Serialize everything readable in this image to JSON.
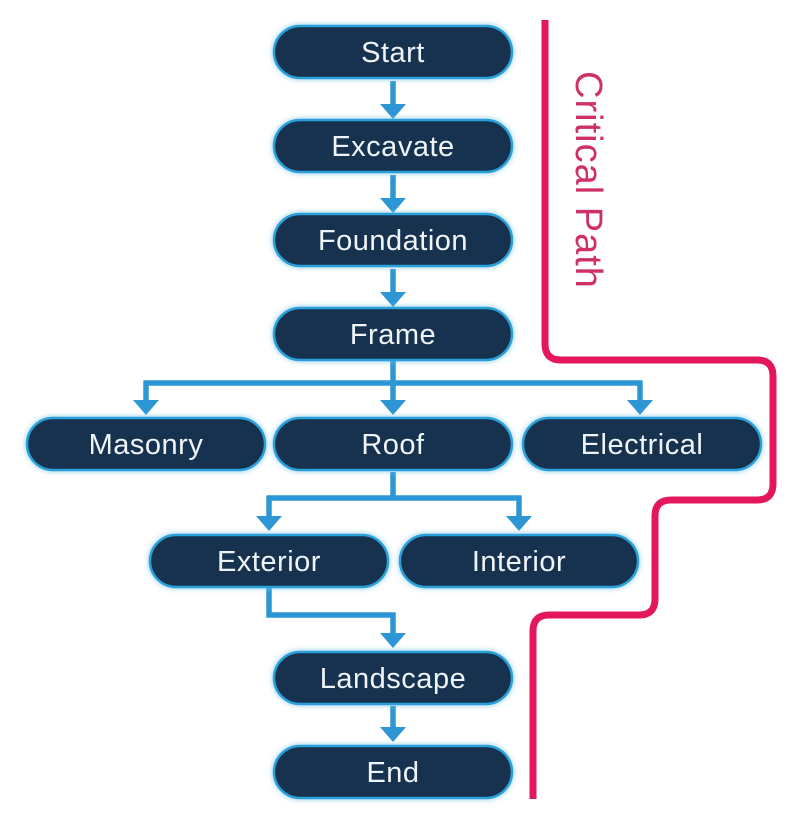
{
  "diagram": {
    "type": "flowchart",
    "critical_path_label": "Critical Path",
    "nodes": [
      {
        "id": "start",
        "label": "Start"
      },
      {
        "id": "excavate",
        "label": "Excavate"
      },
      {
        "id": "foundation",
        "label": "Foundation"
      },
      {
        "id": "frame",
        "label": "Frame"
      },
      {
        "id": "masonry",
        "label": "Masonry"
      },
      {
        "id": "roof",
        "label": "Roof"
      },
      {
        "id": "electrical",
        "label": "Electrical"
      },
      {
        "id": "exterior",
        "label": "Exterior"
      },
      {
        "id": "interior",
        "label": "Interior"
      },
      {
        "id": "landscape",
        "label": "Landscape"
      },
      {
        "id": "end",
        "label": "End"
      }
    ],
    "edges": [
      {
        "from": "start",
        "to": "excavate"
      },
      {
        "from": "excavate",
        "to": "foundation"
      },
      {
        "from": "foundation",
        "to": "frame"
      },
      {
        "from": "frame",
        "to": "masonry"
      },
      {
        "from": "frame",
        "to": "roof"
      },
      {
        "from": "frame",
        "to": "electrical"
      },
      {
        "from": "roof",
        "to": "exterior"
      },
      {
        "from": "roof",
        "to": "interior"
      },
      {
        "from": "exterior",
        "to": "landscape"
      },
      {
        "from": "landscape",
        "to": "end"
      }
    ],
    "colors": {
      "node_fill": "#14304f",
      "node_border": "#2aa0d8",
      "node_glow": "#6fc0e8",
      "node_text": "#eef4f8",
      "connector": "#2d97d5",
      "critical_path_line": "#e2175d",
      "critical_path_text": "#cf3069",
      "background": "#ffffff"
    }
  }
}
